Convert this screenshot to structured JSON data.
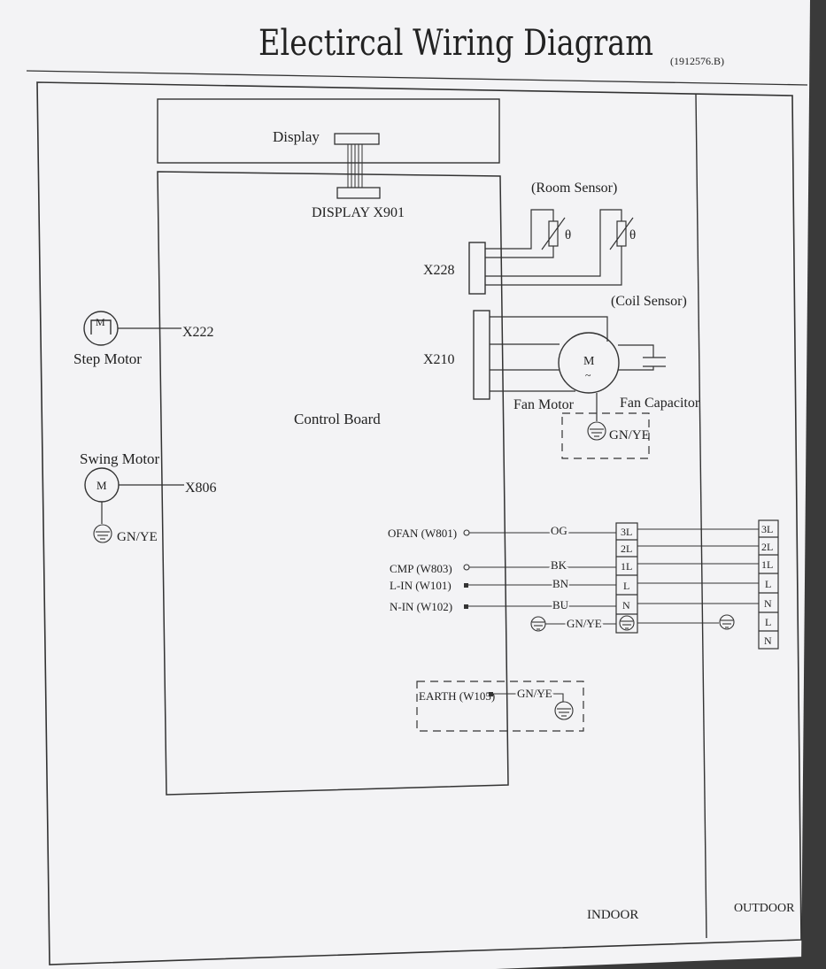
{
  "header": {
    "title": "Electircal Wiring Diagram",
    "code": "(1912576.B)"
  },
  "components": {
    "display": "Display",
    "display_connector": "DISPLAY X901",
    "room_sensor": "(Room Sensor)",
    "coil_sensor": "(Coil Sensor)",
    "theta_symbol": "θ",
    "x228": "X228",
    "x210": "X210",
    "x222": "X222",
    "x806": "X806",
    "step_motor": "Step Motor",
    "swing_motor": "Swing Motor",
    "control_board": "Control Board",
    "fan_motor": "Fan Motor",
    "fan_capacitor": "Fan Capacitor",
    "motor_m": "M",
    "motor_ac": "~",
    "gnye": "GN/YE"
  },
  "wiring": {
    "rows": [
      {
        "terminal": "OFAN (W801)",
        "color": "OG",
        "block": "3L"
      },
      {
        "terminal": "",
        "color": "",
        "block": "2L"
      },
      {
        "terminal": "CMP (W803)",
        "color": "BK",
        "block": "1L"
      },
      {
        "terminal": "L-IN (W101)",
        "color": "BN",
        "block": "L"
      },
      {
        "terminal": "N-IN (W102)",
        "color": "BU",
        "block": "N"
      }
    ],
    "earth_terminal": "EARTH (W105)",
    "outdoor_block": [
      "3L",
      "2L",
      "1L",
      "L",
      "N",
      "L",
      "N"
    ]
  },
  "zones": {
    "indoor": "INDOOR",
    "outdoor": "OUTDOOR"
  },
  "colors": {
    "paper": "#f4f4f6",
    "ink": "#2a2a2a",
    "background": "#e9e9ec"
  }
}
